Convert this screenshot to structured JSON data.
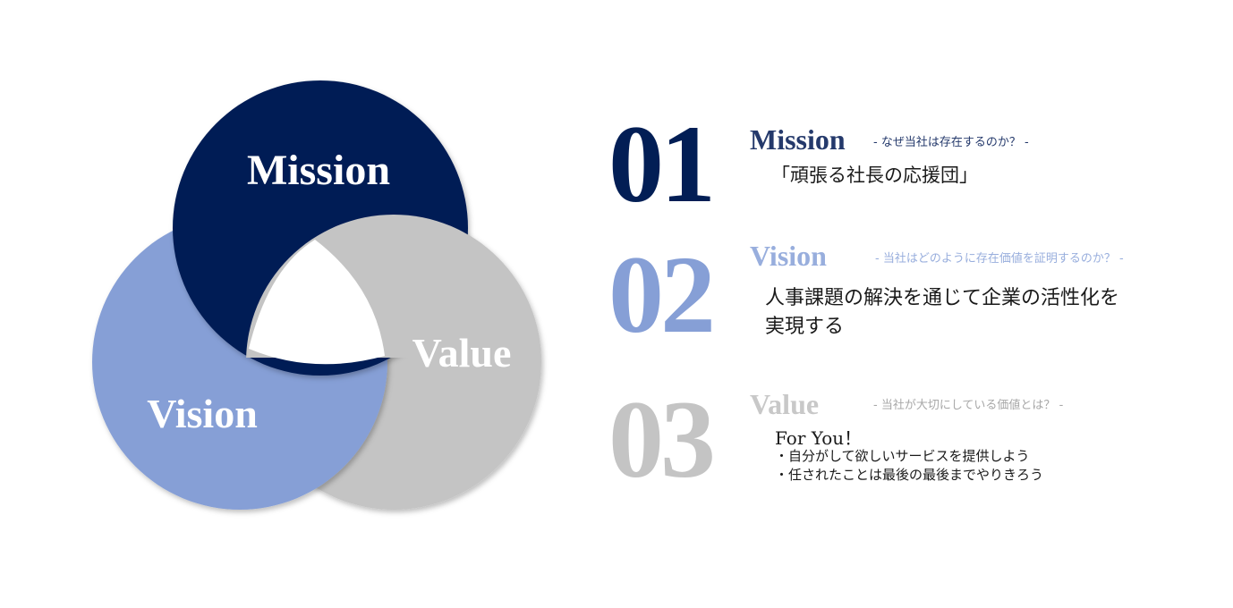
{
  "venn": {
    "mission_label": "Mission",
    "vision_label": "Vision",
    "value_label": "Value",
    "colors": {
      "mission": "#021e55",
      "vision": "#869fd6",
      "value": "#c4c4c4"
    }
  },
  "items": [
    {
      "number": "01",
      "title": "Mission",
      "subtitle": "- なぜ当社は存在するのか？ -",
      "body": "「頑張る社長の応援団」",
      "color": "#021e55"
    },
    {
      "number": "02",
      "title": "Vision",
      "subtitle": "- 当社はどのように存在価値を証明するのか？ -",
      "body_line1": "人事課題の解決を通じて企業の活性化を",
      "body_line2": "実現する",
      "color": "#869fd6"
    },
    {
      "number": "03",
      "title": "Value",
      "subtitle": "- 当社が大切にしている価値とは？ -",
      "body": "For You！",
      "bullets": [
        "・自分がして欲しいサービスを提供しよう",
        "・任されたことは最後の最後までやりきろう"
      ],
      "color": "#c4c4c4"
    }
  ]
}
